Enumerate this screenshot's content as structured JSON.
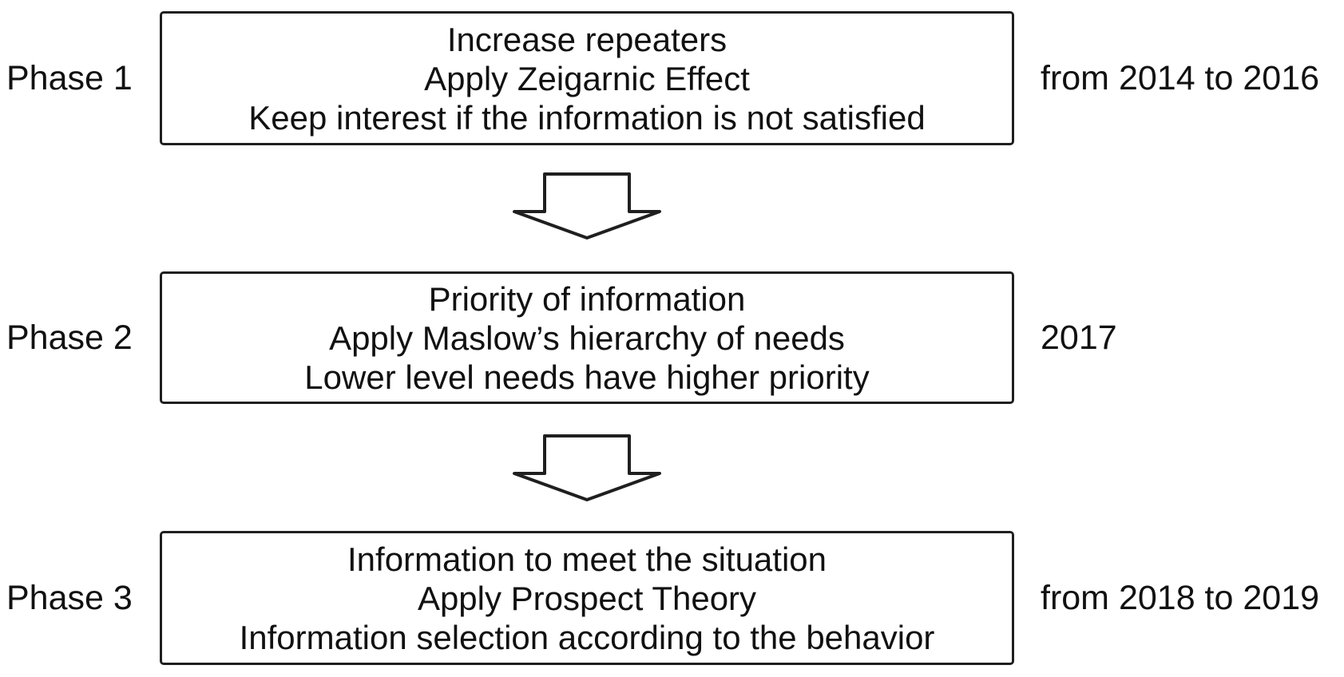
{
  "diagram_title": "phase-timeline",
  "phases": [
    {
      "label": "Phase 1",
      "lines": [
        "Increase repeaters",
        "Apply Zeigarnic Effect",
        "Keep interest if the information is not satisfied"
      ],
      "period": "from 2014 to 2016"
    },
    {
      "label": "Phase 2",
      "lines": [
        "Priority of information",
        "Apply Maslow’s hierarchy of needs",
        "Lower level needs have higher priority"
      ],
      "period": "2017"
    },
    {
      "label": "Phase 3",
      "lines": [
        "Information to meet the situation",
        "Apply Prospect Theory",
        "Information selection according to the behavior"
      ],
      "period": "from 2018 to 2019"
    }
  ],
  "colors": {
    "background": "#ffffff",
    "line": "#1f1f1f",
    "text": "#111111"
  }
}
